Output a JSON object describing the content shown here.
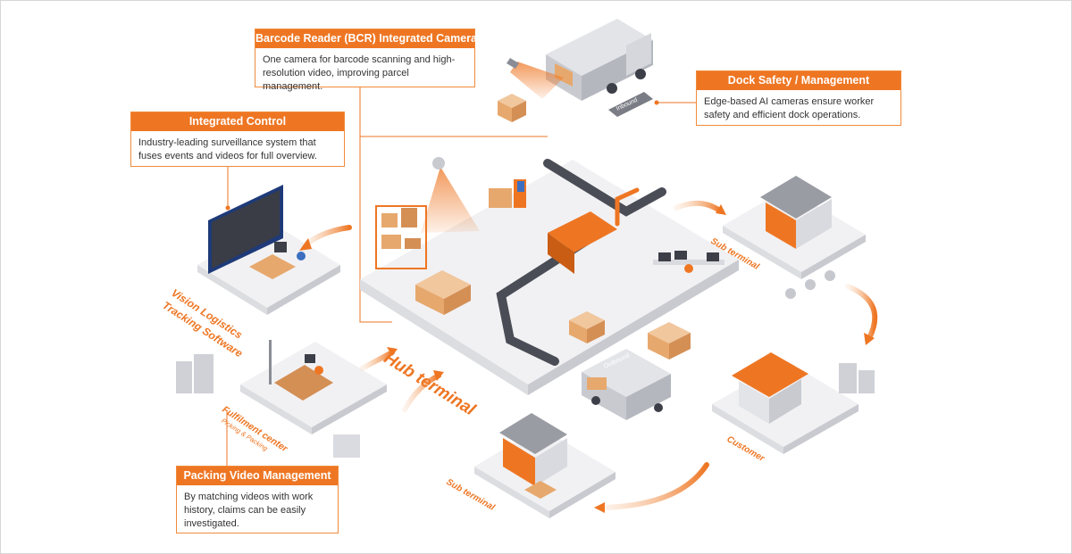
{
  "callouts": {
    "bcr": {
      "title": "Barcode Reader (BCR) Integrated Camera",
      "text": "One camera for barcode scanning and high-resolution video, improving parcel management."
    },
    "dock": {
      "title": "Dock Safety / Management",
      "text": "Edge-based AI cameras ensure worker safety and efficient dock operations."
    },
    "control": {
      "title": "Integrated Control",
      "text": "Industry-leading surveillance system that fuses events and videos for full overview."
    },
    "packing": {
      "title": "Packing Video Management",
      "text": "By matching videos with work history, claims can be easily investigated."
    }
  },
  "labels": {
    "hub": "Hub terminal",
    "vision_line1": "Vision Logistics",
    "vision_line2": "Tracking Software",
    "fulfillment": "Fulfilment center",
    "fulfillment_sub": "Picking & Packing",
    "sub_terminal_right": "Sub terminal",
    "sub_terminal_bottom": "Sub terminal",
    "customer": "Customer",
    "inbound": "Inbound",
    "outbound": "Outbound"
  },
  "colors": {
    "accent": "#ee7623",
    "platform": "#f1f1f3",
    "box": "#e7a86d",
    "dark": "#3c3f48",
    "gray": "#b9bcc3"
  }
}
